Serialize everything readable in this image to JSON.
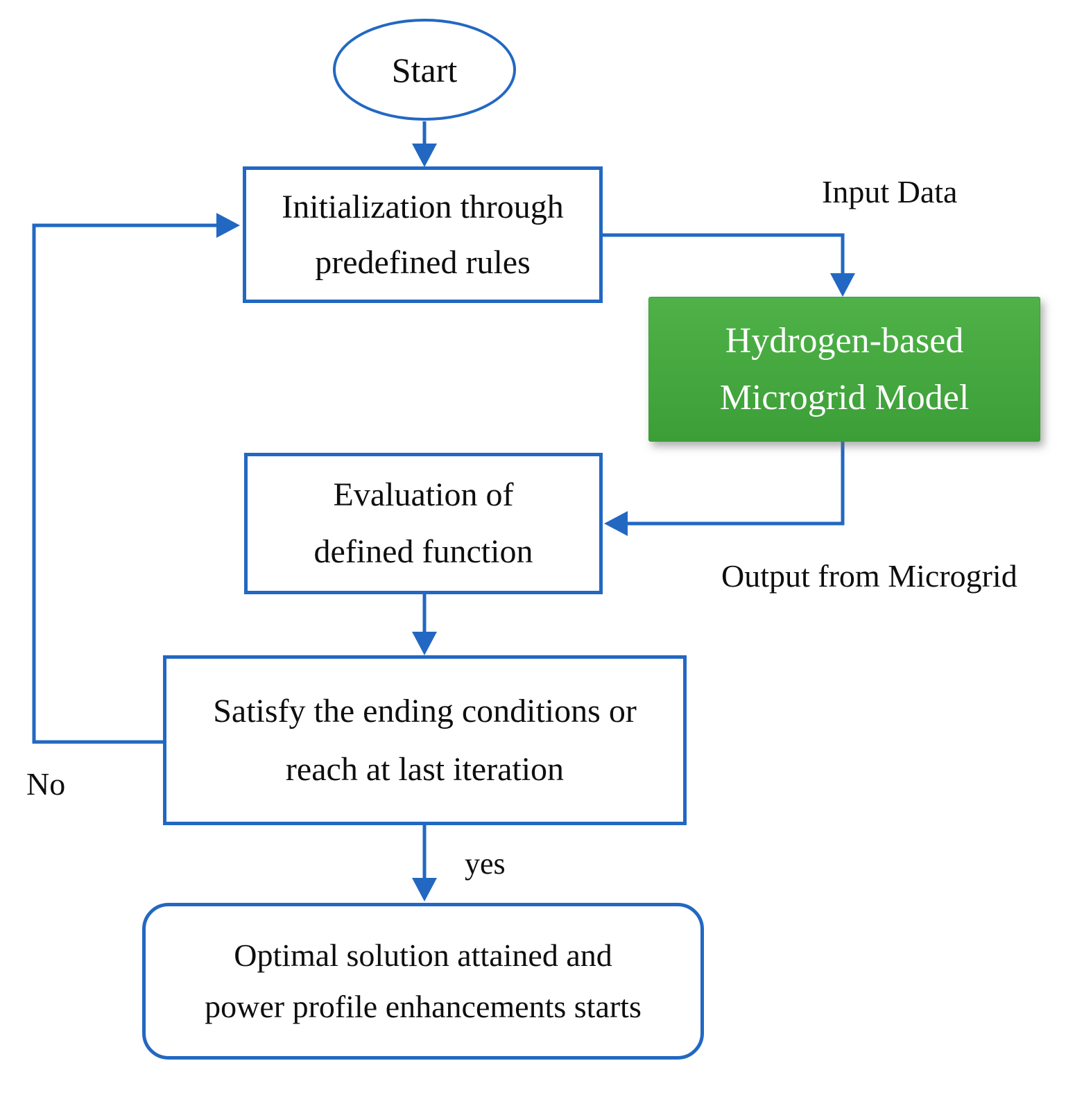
{
  "colors": {
    "accent_blue": "#2268c2",
    "green_light": "#4fb248",
    "green_dark": "#3c9e37",
    "text_black": "#0e0e0e",
    "green_box_text": "#ffffff",
    "background": "#ffffff"
  },
  "nodes": {
    "start": {
      "label": "Start"
    },
    "initialization": {
      "lines": [
        "Initialization through",
        "predefined rules"
      ]
    },
    "microgrid": {
      "lines": [
        "Hydrogen-based",
        "Microgrid Model"
      ]
    },
    "evaluation": {
      "lines": [
        "Evaluation of",
        "defined function"
      ]
    },
    "condition": {
      "lines": [
        "Satisfy the ending conditions or",
        "reach at last iteration"
      ]
    },
    "optimal": {
      "lines": [
        "Optimal solution attained and",
        "power profile enhancements starts"
      ]
    }
  },
  "edge_labels": {
    "input_data": "Input Data",
    "output_microgrid": "Output from Microgrid",
    "no": "No",
    "yes": "yes"
  }
}
